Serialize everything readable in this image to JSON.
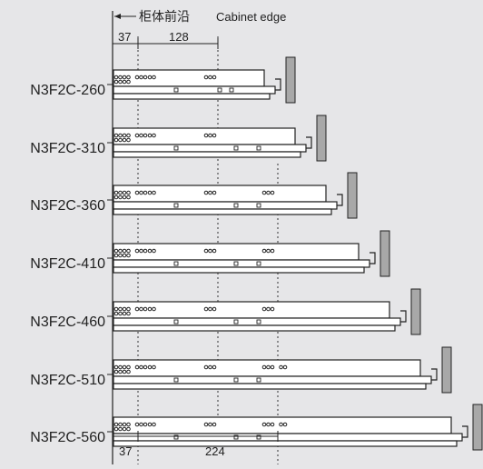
{
  "header": {
    "cabinet_edge_cn": "柜体前沿",
    "cabinet_edge_en": "Cabinet edge"
  },
  "dimensions": {
    "top_offset": "37",
    "top_spacing": "128",
    "bottom_offset": "37",
    "bottom_spacing": "224"
  },
  "runners": [
    {
      "label": "N3F2C-260",
      "holes": [
        "4+3",
        "2",
        "3"
      ]
    },
    {
      "label": "N3F2C-310",
      "holes": [
        "4+3",
        "2",
        "3"
      ]
    },
    {
      "label": "N3F2C-360",
      "holes": [
        "4+3",
        "2",
        "3",
        "3"
      ]
    },
    {
      "label": "N3F2C-410",
      "holes": [
        "4+3",
        "2",
        "3",
        "3"
      ]
    },
    {
      "label": "N3F2C-460",
      "holes": [
        "4+3",
        "2",
        "3",
        "3"
      ]
    },
    {
      "label": "N3F2C-510",
      "holes": [
        "4+3",
        "2",
        "3",
        "3+2"
      ]
    },
    {
      "label": "N3F2C-560",
      "holes": [
        "4+3",
        "2",
        "3",
        "3+2"
      ]
    }
  ],
  "colors": {
    "background": "#e6e6e8",
    "rail_fill": "#ffffff",
    "line": "#222222",
    "panel": "#a8a8a8"
  }
}
